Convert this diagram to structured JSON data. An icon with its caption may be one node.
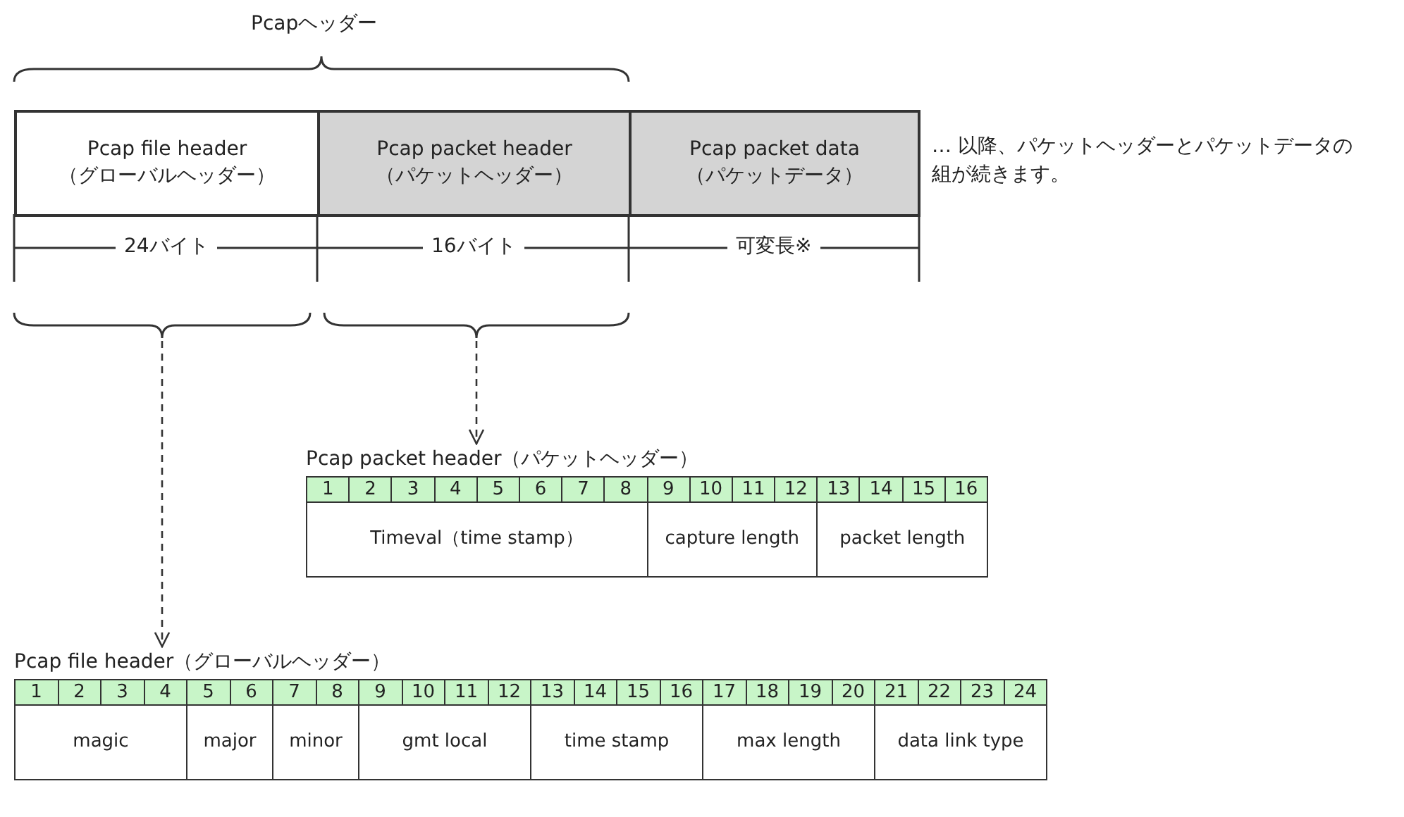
{
  "diagram": {
    "nodes": [
      {
        "text": [
          "Pcap file header （グローバルヘッダー）"
        ]
      },
      {
        "text": [
          "Pcap packet header （パケットヘッダー）"
        ]
      },
      {
        "text": [
          "Pcap packet data （パケットデータ）"
        ],
        "beside": [
          "… 以降、パケットヘッダーとパケットデータの組が続きます。"
        ]
      },
      {
        "text": [],
        "shape": "brace"
      },
      {
        "text": [],
        "shape": "brace"
      },
      {
        "text": [
          "Pcap packet header（パケットヘッダー）"
        ]
      },
      {
        "text": [
          "Pcap file header（グローバルヘッダー）"
        ]
      }
    ],
    "edges": [
      {
        "from": 4,
        "to": 5,
        "arrow": "to",
        "style": "dashed"
      },
      {
        "from": 3,
        "to": 6,
        "arrow": "to",
        "style": "dashed"
      }
    ],
    "labels": [
      "Pcapヘッダー",
      "24バイト",
      "16バイト",
      "可変長※",
      "1",
      "2",
      "3",
      "4",
      "5",
      "6",
      "7",
      "8",
      "9",
      "10",
      "11",
      "12",
      "13",
      "14",
      "15",
      "16",
      "Timeval（time stamp）",
      "capture length",
      "packet length",
      "1",
      "2",
      "3",
      "4",
      "5",
      "6",
      "7",
      "8",
      "9",
      "10",
      "11",
      "12",
      "13",
      "14",
      "15",
      "16",
      "17",
      "18",
      "19",
      "20",
      "21",
      "22",
      "23",
      "24",
      "magic",
      "major",
      "minor",
      "gmt local",
      "time stamp",
      "max length",
      "data link type"
    ]
  }
}
